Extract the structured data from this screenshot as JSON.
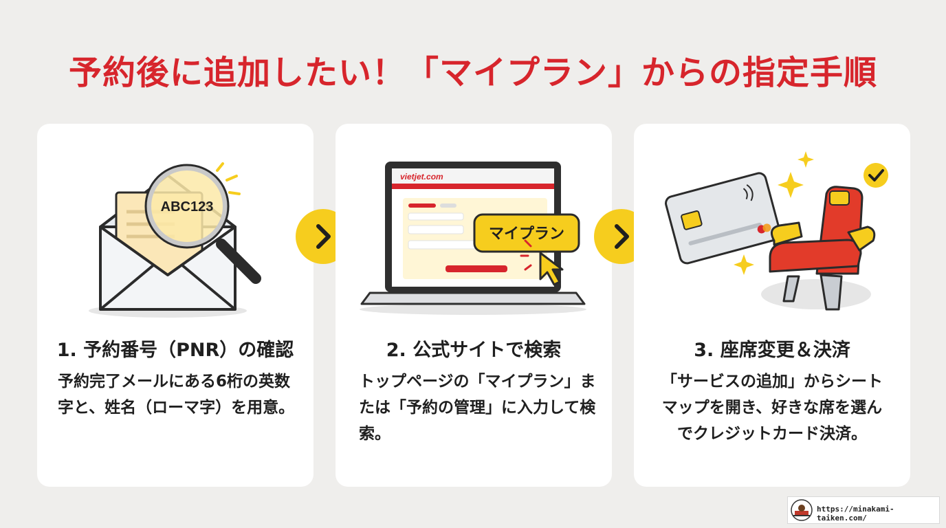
{
  "title": "予約後に追加したい！「マイプラン」からの指定手順",
  "steps": [
    {
      "title": "1. 予約番号（PNR）の確認",
      "description": "予約完了メールにある6桁の英数字と、姓名（ローマ字）を用意。",
      "illustration": {
        "icon": "envelope-magnifier-icon",
        "pnr": "ABC123"
      }
    },
    {
      "title": "2. 公式サイトで検索",
      "description": "トップページの「マイプラン」または「予約の管理」に入力して検索。",
      "illustration": {
        "icon": "laptop-icon",
        "site_logo": "vietjet.com",
        "button_label": "マイプラン"
      }
    },
    {
      "title": "3. 座席変更＆決済",
      "description": "「サービスの追加」からシートマップを開き、好きな席を選んでクレジットカード決済。",
      "illustration": {
        "icon": "credit-card-seat-icon"
      }
    }
  ],
  "footer": {
    "url": "https://minakami-taiken.com/"
  },
  "colors": {
    "title": "#d7252c",
    "accent_yellow": "#f6cd1e",
    "card": "#ffffff",
    "background": "#efeeec"
  }
}
